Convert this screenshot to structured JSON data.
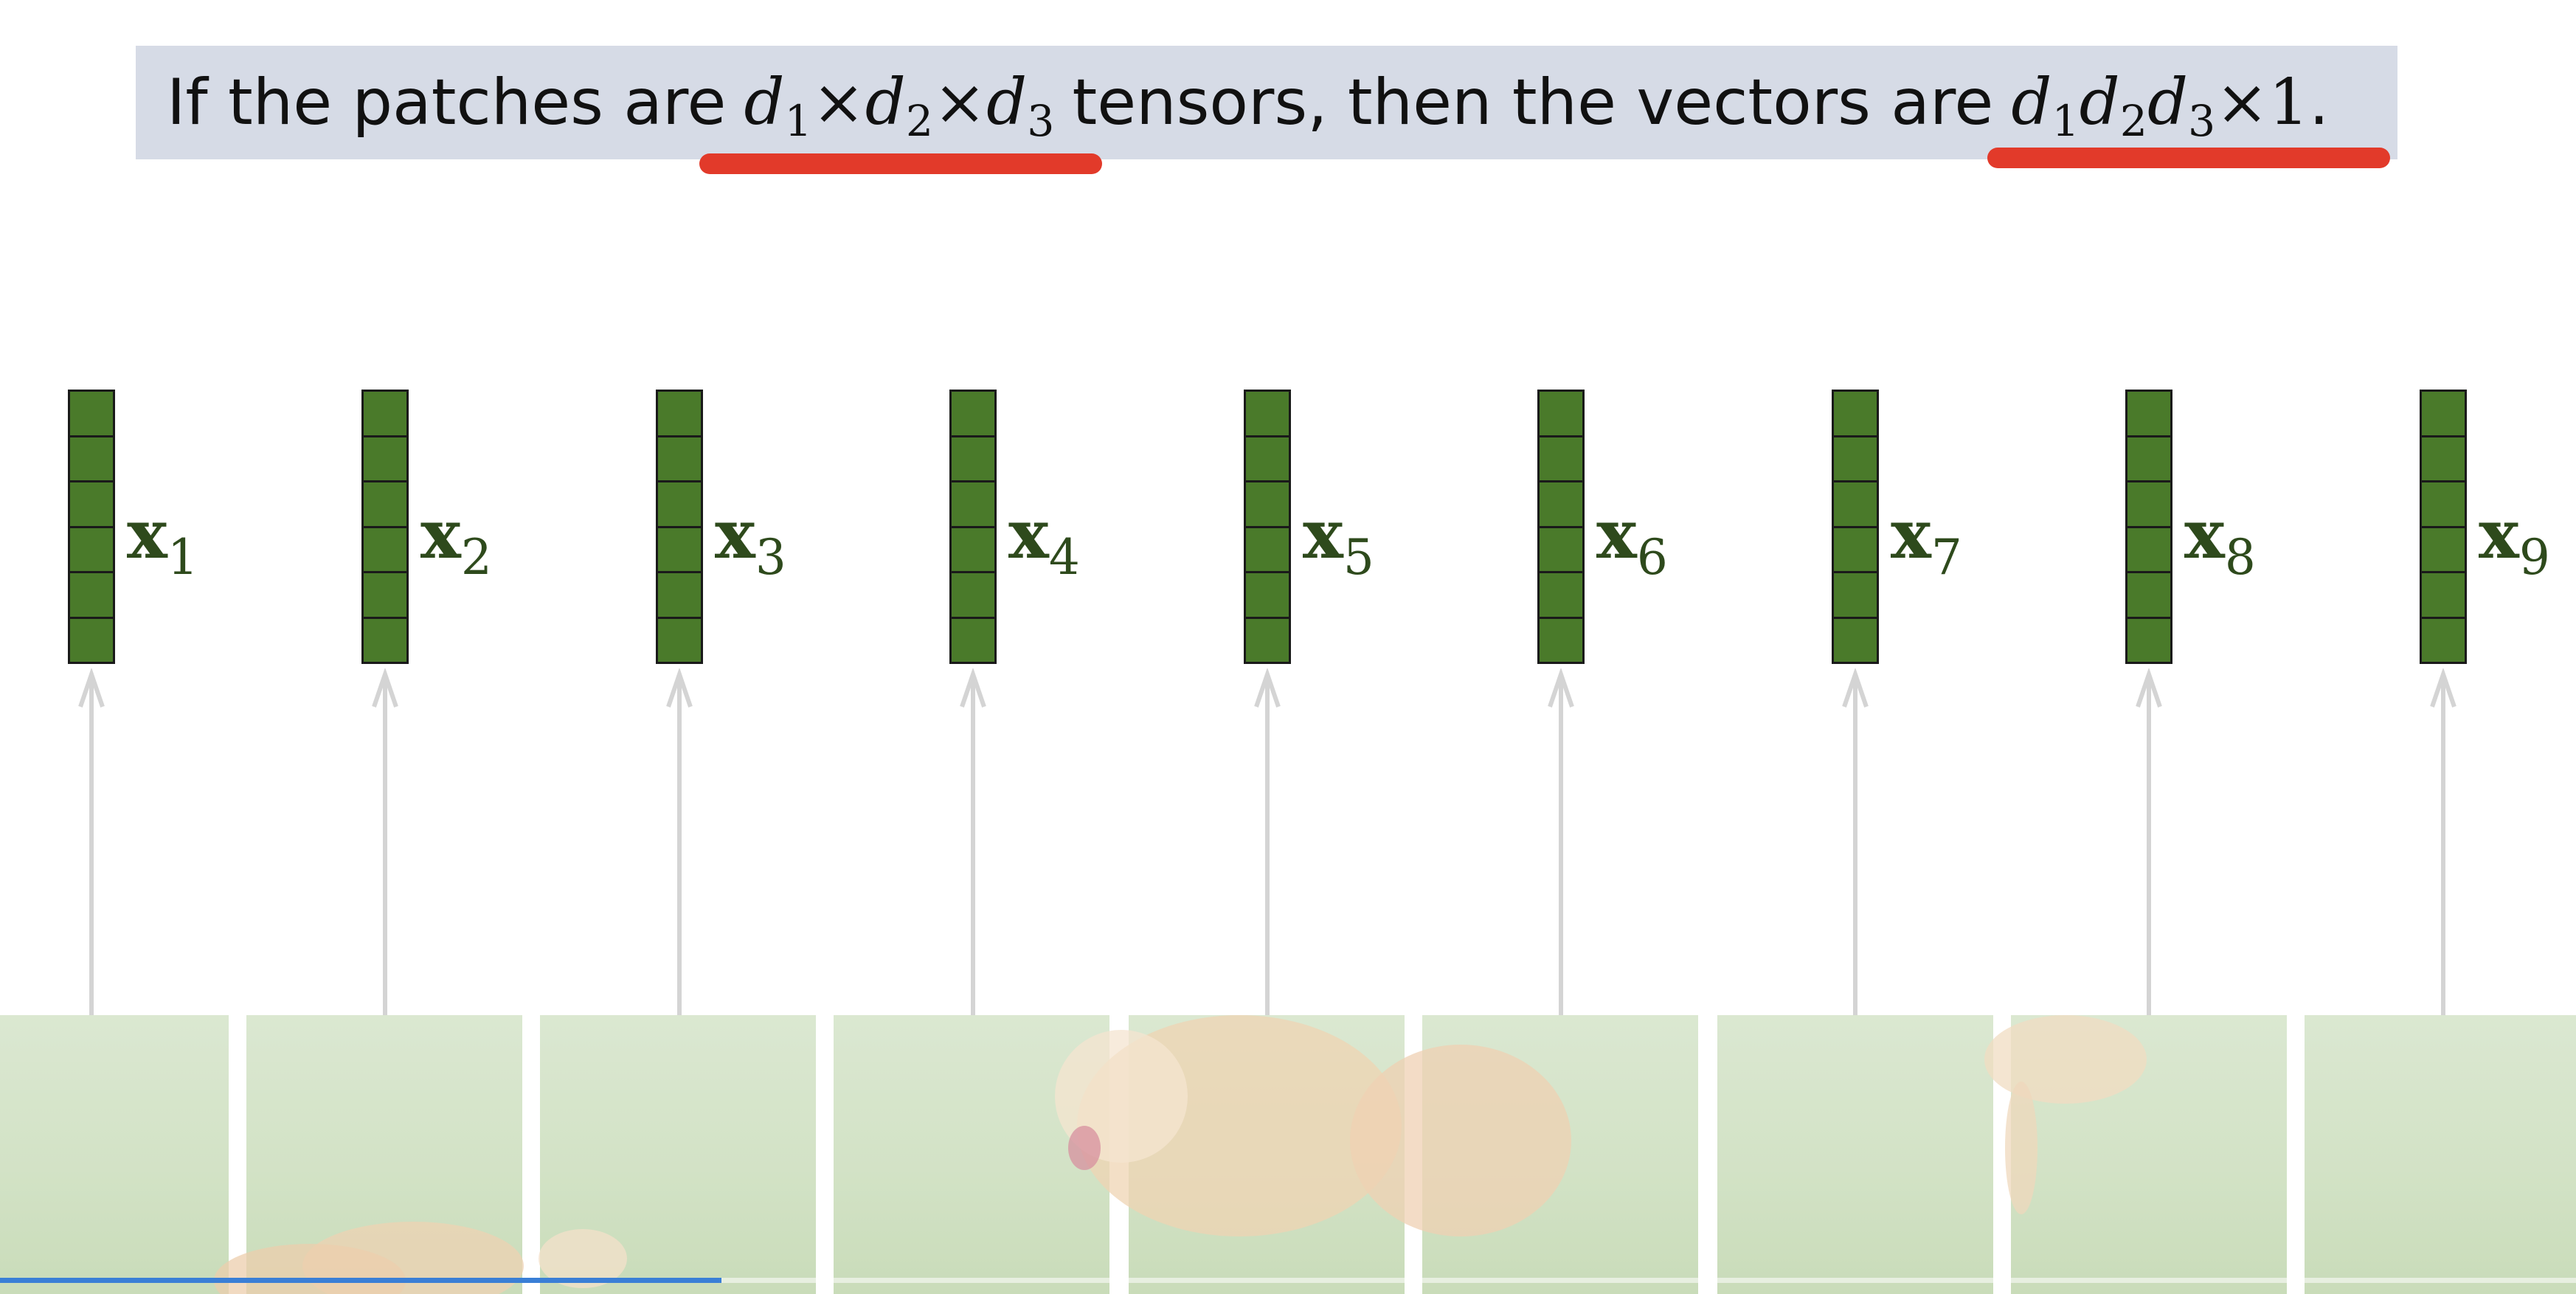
{
  "caption": {
    "text_before": "If the patches are",
    "tensor_dims": [
      "d",
      "1",
      "×",
      "d",
      "2",
      "×",
      "d",
      "3"
    ],
    "text_middle": "tensors, then the vectors are",
    "vector_dims": [
      "d",
      "1",
      "d",
      "2",
      "d",
      "3",
      "×1"
    ],
    "period": ".",
    "underline_color": "#e23a2a",
    "background": "#d6dbe6"
  },
  "vectors": [
    {
      "symbol": "x",
      "index": "1"
    },
    {
      "symbol": "x",
      "index": "2"
    },
    {
      "symbol": "x",
      "index": "3"
    },
    {
      "symbol": "x",
      "index": "4"
    },
    {
      "symbol": "x",
      "index": "5"
    },
    {
      "symbol": "x",
      "index": "6"
    },
    {
      "symbol": "x",
      "index": "7"
    },
    {
      "symbol": "x",
      "index": "8"
    },
    {
      "symbol": "x",
      "index": "9"
    }
  ],
  "vector_color": "#4a7a2a",
  "cells_per_vector": 6,
  "image_patches": 9,
  "video_progress": 0.28
}
